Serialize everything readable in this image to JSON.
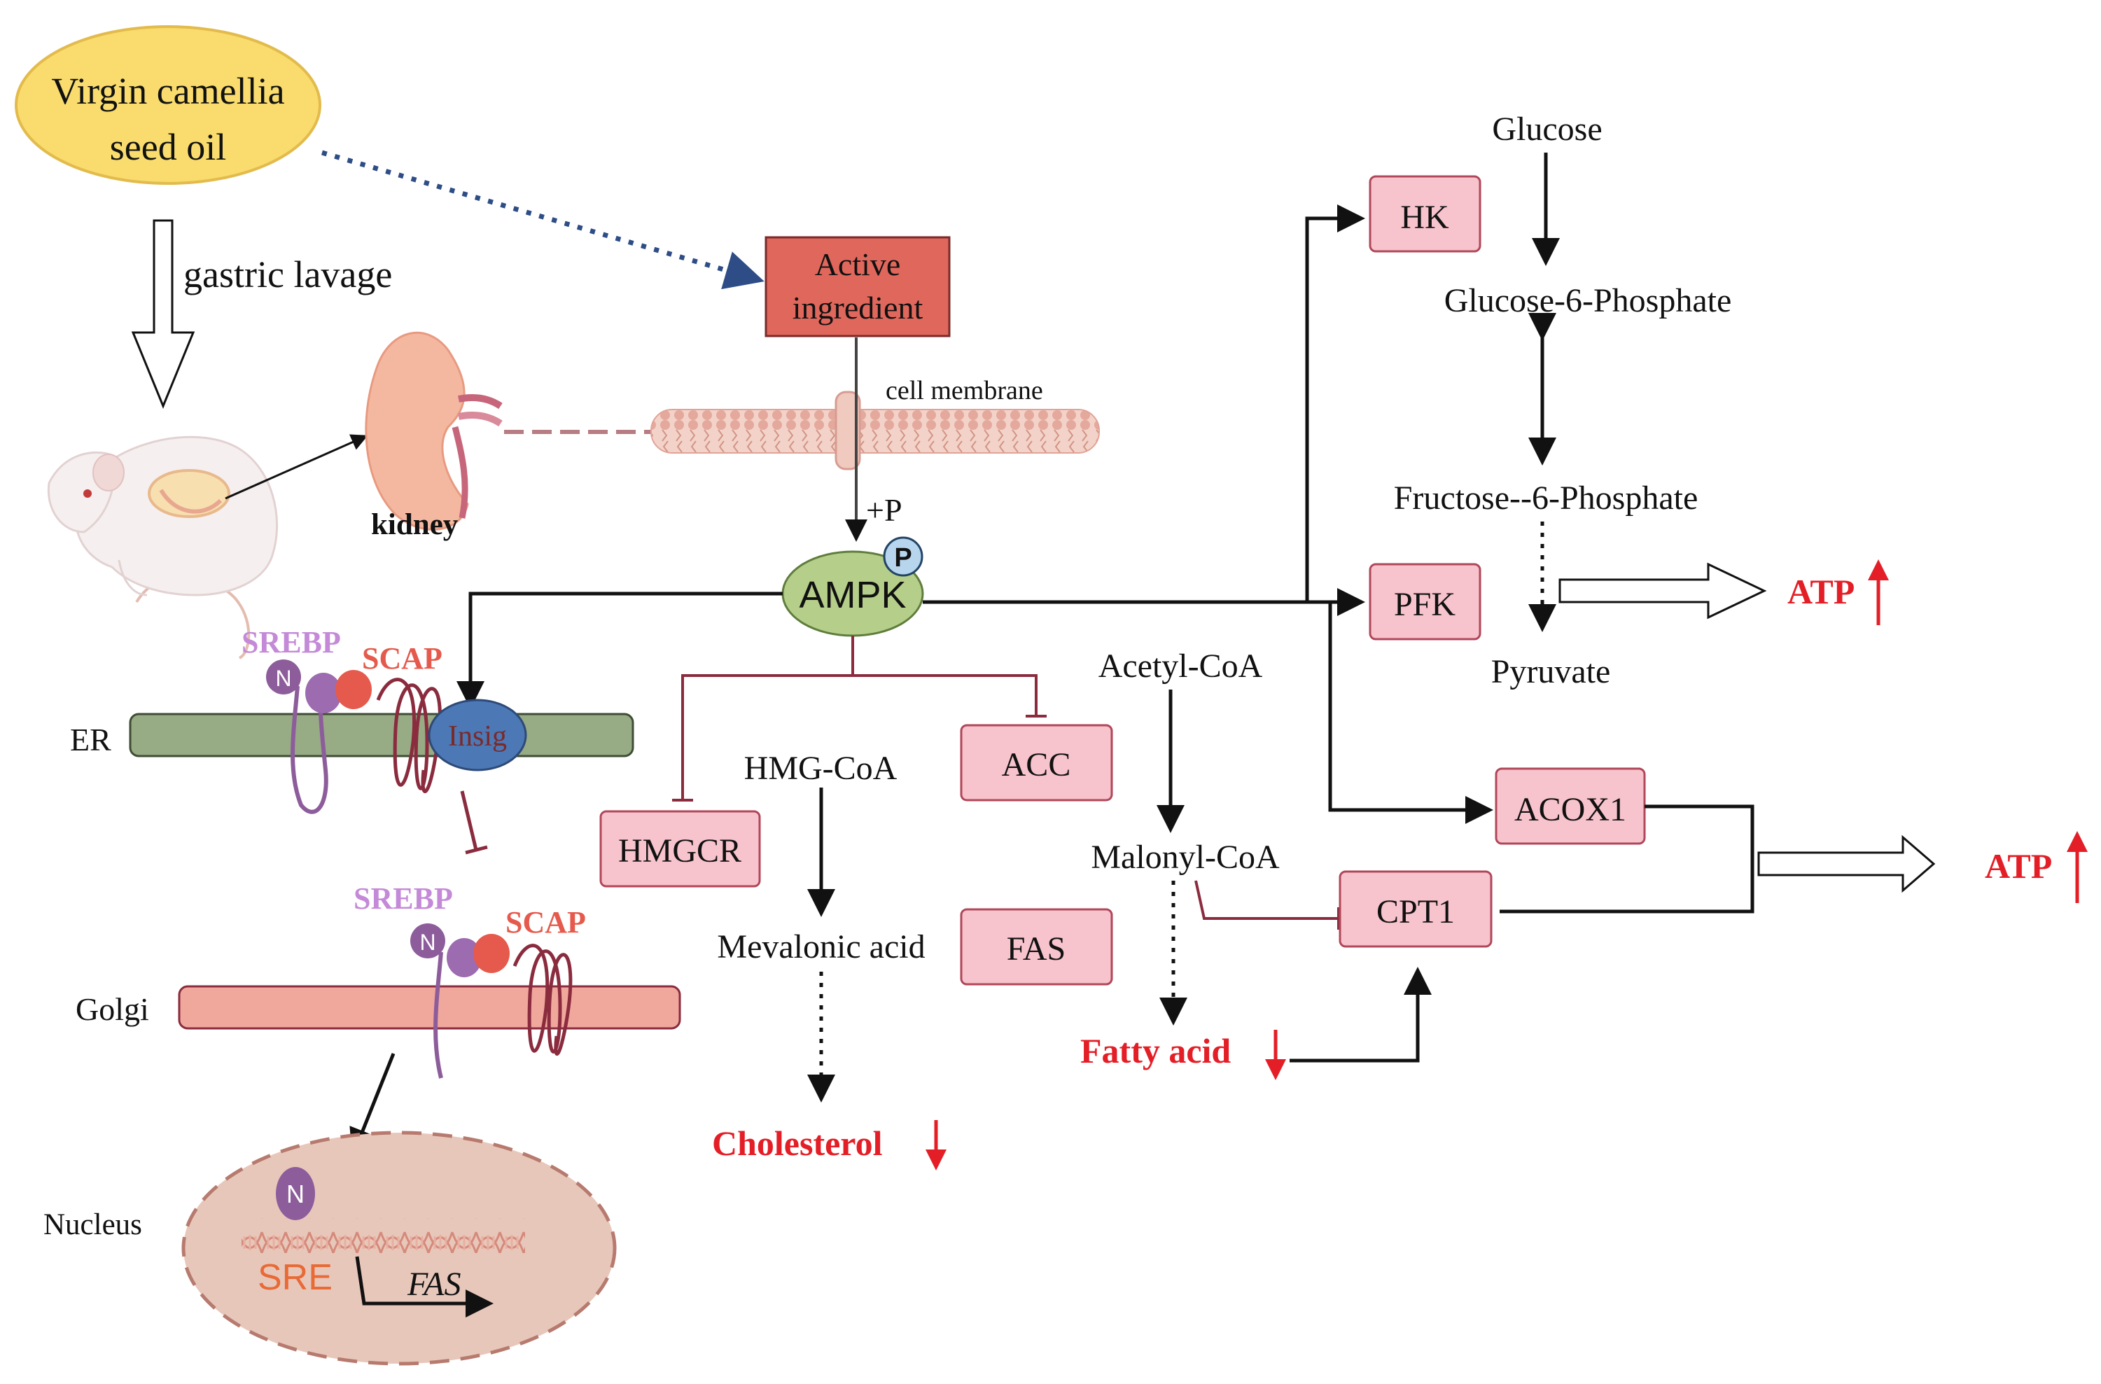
{
  "colors": {
    "source_fill": "#f9dc6d",
    "source_stroke": "#e2bb4c",
    "active_fill": "#e0675c",
    "enzyme_fill": "#f7c3cc",
    "enzyme_stroke": "#b0475a",
    "ampk_fill": "#b5cf8a",
    "er_fill": "#97ab85",
    "golgi_fill": "#f0a89d",
    "nucleus_fill": "#e8c7bb",
    "down_red": "#e41e26",
    "inhibit": "#8a2b3e",
    "dotted_blue": "#2e4d86",
    "srebp": "#c48ad8",
    "scap": "#e55a4c",
    "sre": "#e86a35",
    "insig": "#4c78b5"
  },
  "labels": {
    "source_line1": "Virgin camellia",
    "source_line2": "seed oil",
    "gastric_lavage": "gastric lavage",
    "kidney": "kidney",
    "active_line1": "Active",
    "active_line2": "ingredient",
    "cell_membrane": "cell membrane",
    "plus_p": "+P",
    "ampk": "AMPK",
    "phospho": "P",
    "er": "ER",
    "golgi": "Golgi",
    "nucleus": "Nucleus",
    "srebp_er": "SREBP",
    "scap_er": "SCAP",
    "insig": "Insig",
    "srebp_golgi": "SREBP",
    "scap_golgi": "SCAP",
    "n_glyph": "N",
    "sre": "SRE",
    "fas_gene": "FAS",
    "hmgcr": "HMGCR",
    "acc": "ACC",
    "fas": "FAS",
    "hmg_coa": "HMG-CoA",
    "mevalonic_acid": "Mevalonic acid",
    "cholesterol": "Cholesterol",
    "acetyl_coa": "Acetyl-CoA",
    "malonyl_coa": "Malonyl-CoA",
    "fatty_acid": "Fatty acid",
    "cpt1": "CPT1",
    "acox1": "ACOX1",
    "hk": "HK",
    "pfk": "PFK",
    "glucose": "Glucose",
    "glucose_6_phosphate": "Glucose-6-Phosphate",
    "fructose_6_phosphate": "Fructose--6-Phosphate",
    "pyruvate": "Pyruvate",
    "atp_glycolysis": "ATP",
    "atp_oxidation": "ATP"
  }
}
